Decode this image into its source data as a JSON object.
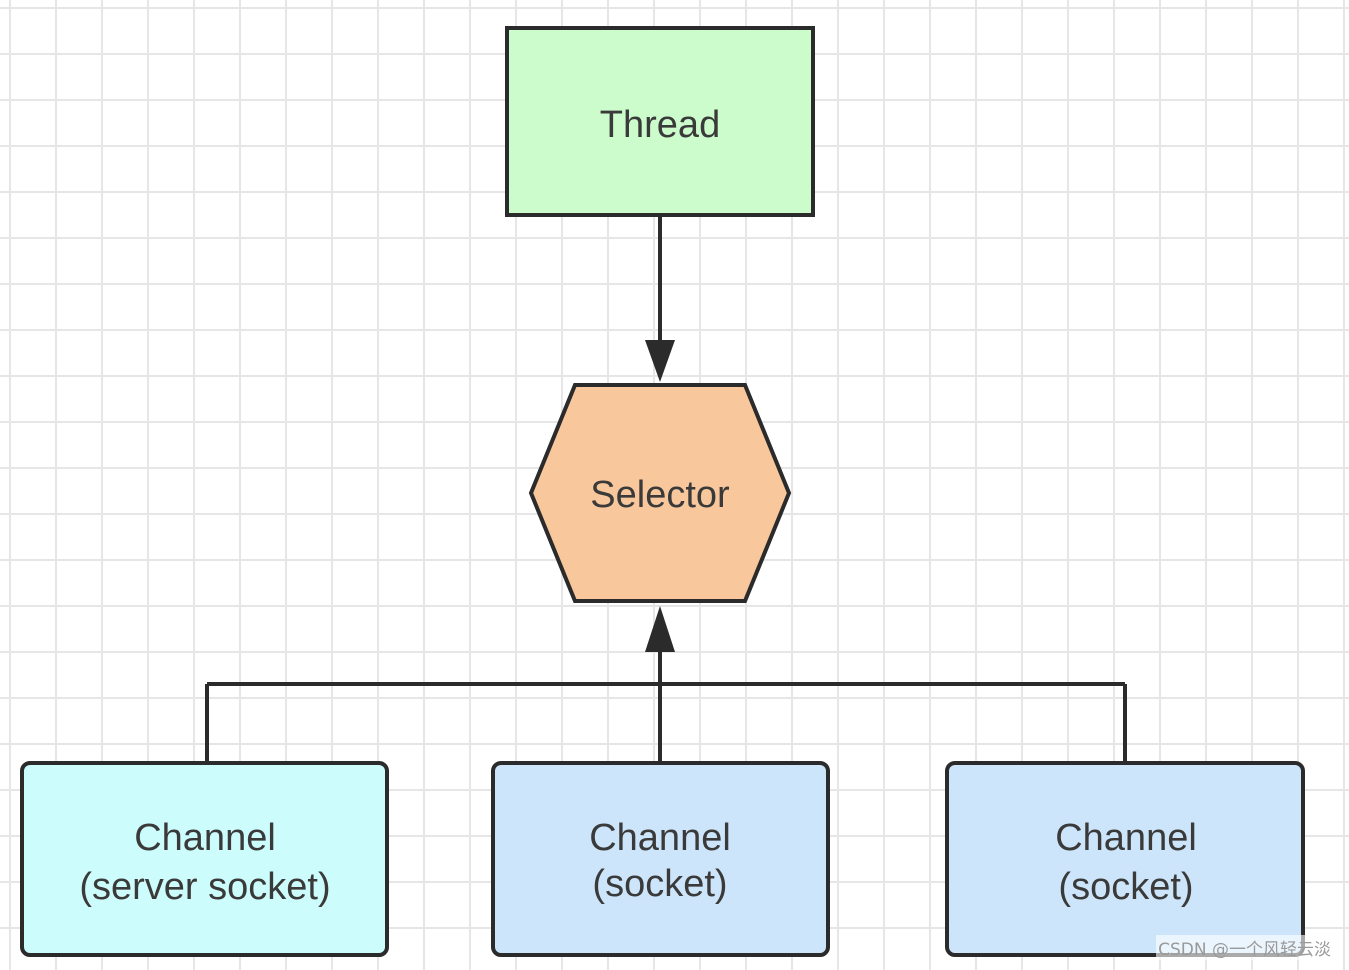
{
  "diagram": {
    "nodes": {
      "thread": {
        "label": "Thread",
        "fill": "#ccfccc",
        "shape": "rectangle"
      },
      "selector": {
        "label": "Selector",
        "fill": "#f9c79c",
        "shape": "hexagon"
      },
      "channel_server": {
        "label_line1": "Channel",
        "label_line2": "(server socket)",
        "fill": "#cdfcfc",
        "shape": "rounded-rectangle"
      },
      "channel_socket_1": {
        "label_line1": "Channel",
        "label_line2": "(socket)",
        "fill": "#cde5fa",
        "shape": "rounded-rectangle"
      },
      "channel_socket_2": {
        "label_line1": "Channel",
        "label_line2": "(socket)",
        "fill": "#cde5fa",
        "shape": "rounded-rectangle"
      }
    },
    "edges": [
      {
        "from": "Thread",
        "to": "Selector"
      },
      {
        "from": "Channel (server socket)",
        "to": "Selector"
      },
      {
        "from": "Channel (socket)",
        "to": "Selector"
      },
      {
        "from": "Channel (socket)",
        "to": "Selector"
      }
    ],
    "colors": {
      "stroke": "#2b2b2b",
      "grid_line": "#e6e6e6",
      "background": "#ffffff"
    }
  },
  "watermark": "CSDN @一个风轻云淡"
}
